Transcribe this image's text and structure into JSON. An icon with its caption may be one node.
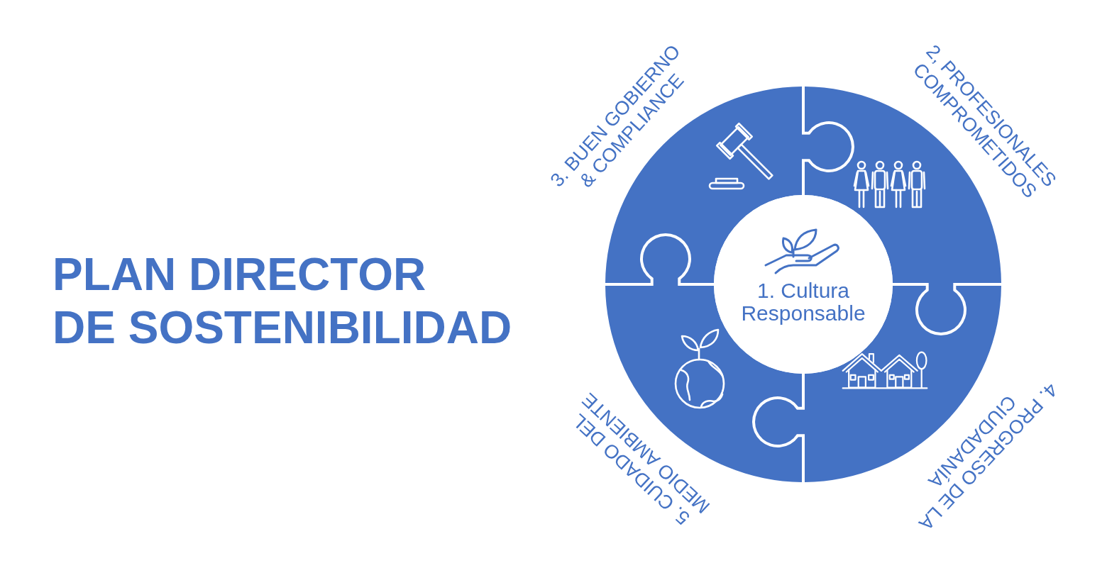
{
  "diagram": {
    "title": "PLAN DIRECTOR DE SOSTENIBILIDAD",
    "nodes": [
      {
        "text": [
          "1. Cultura Responsable"
        ]
      },
      {
        "text": [
          "2, PROFESIONALES COMPROMETIDOS"
        ]
      },
      {
        "text": [
          "3. BUEN GOBIERNO & COMPLIANCE"
        ]
      },
      {
        "text": [
          "4. PROGRESO DE LA CIUDADANÍA"
        ]
      },
      {
        "text": [
          "5. CUIDADO DEL MEDIO AMBIENTE"
        ]
      }
    ]
  }
}
